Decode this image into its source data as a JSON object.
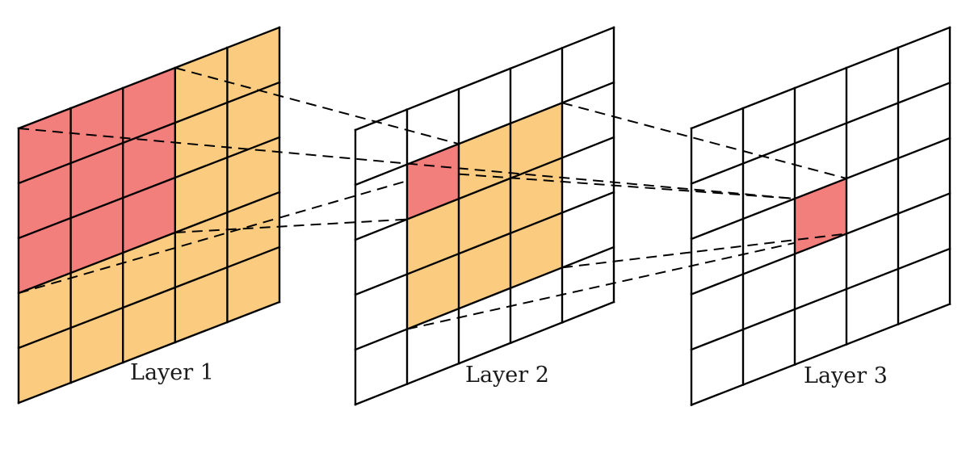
{
  "diagram": {
    "layers": [
      {
        "label": "Layer 1"
      },
      {
        "label": "Layer 2"
      },
      {
        "label": "Layer 3"
      }
    ],
    "colors": {
      "grid": "#000000",
      "background": "#ffffff",
      "receptive_field": "#fbcb7f",
      "highlight": "#f27f7c",
      "connector": "#000000"
    }
  }
}
